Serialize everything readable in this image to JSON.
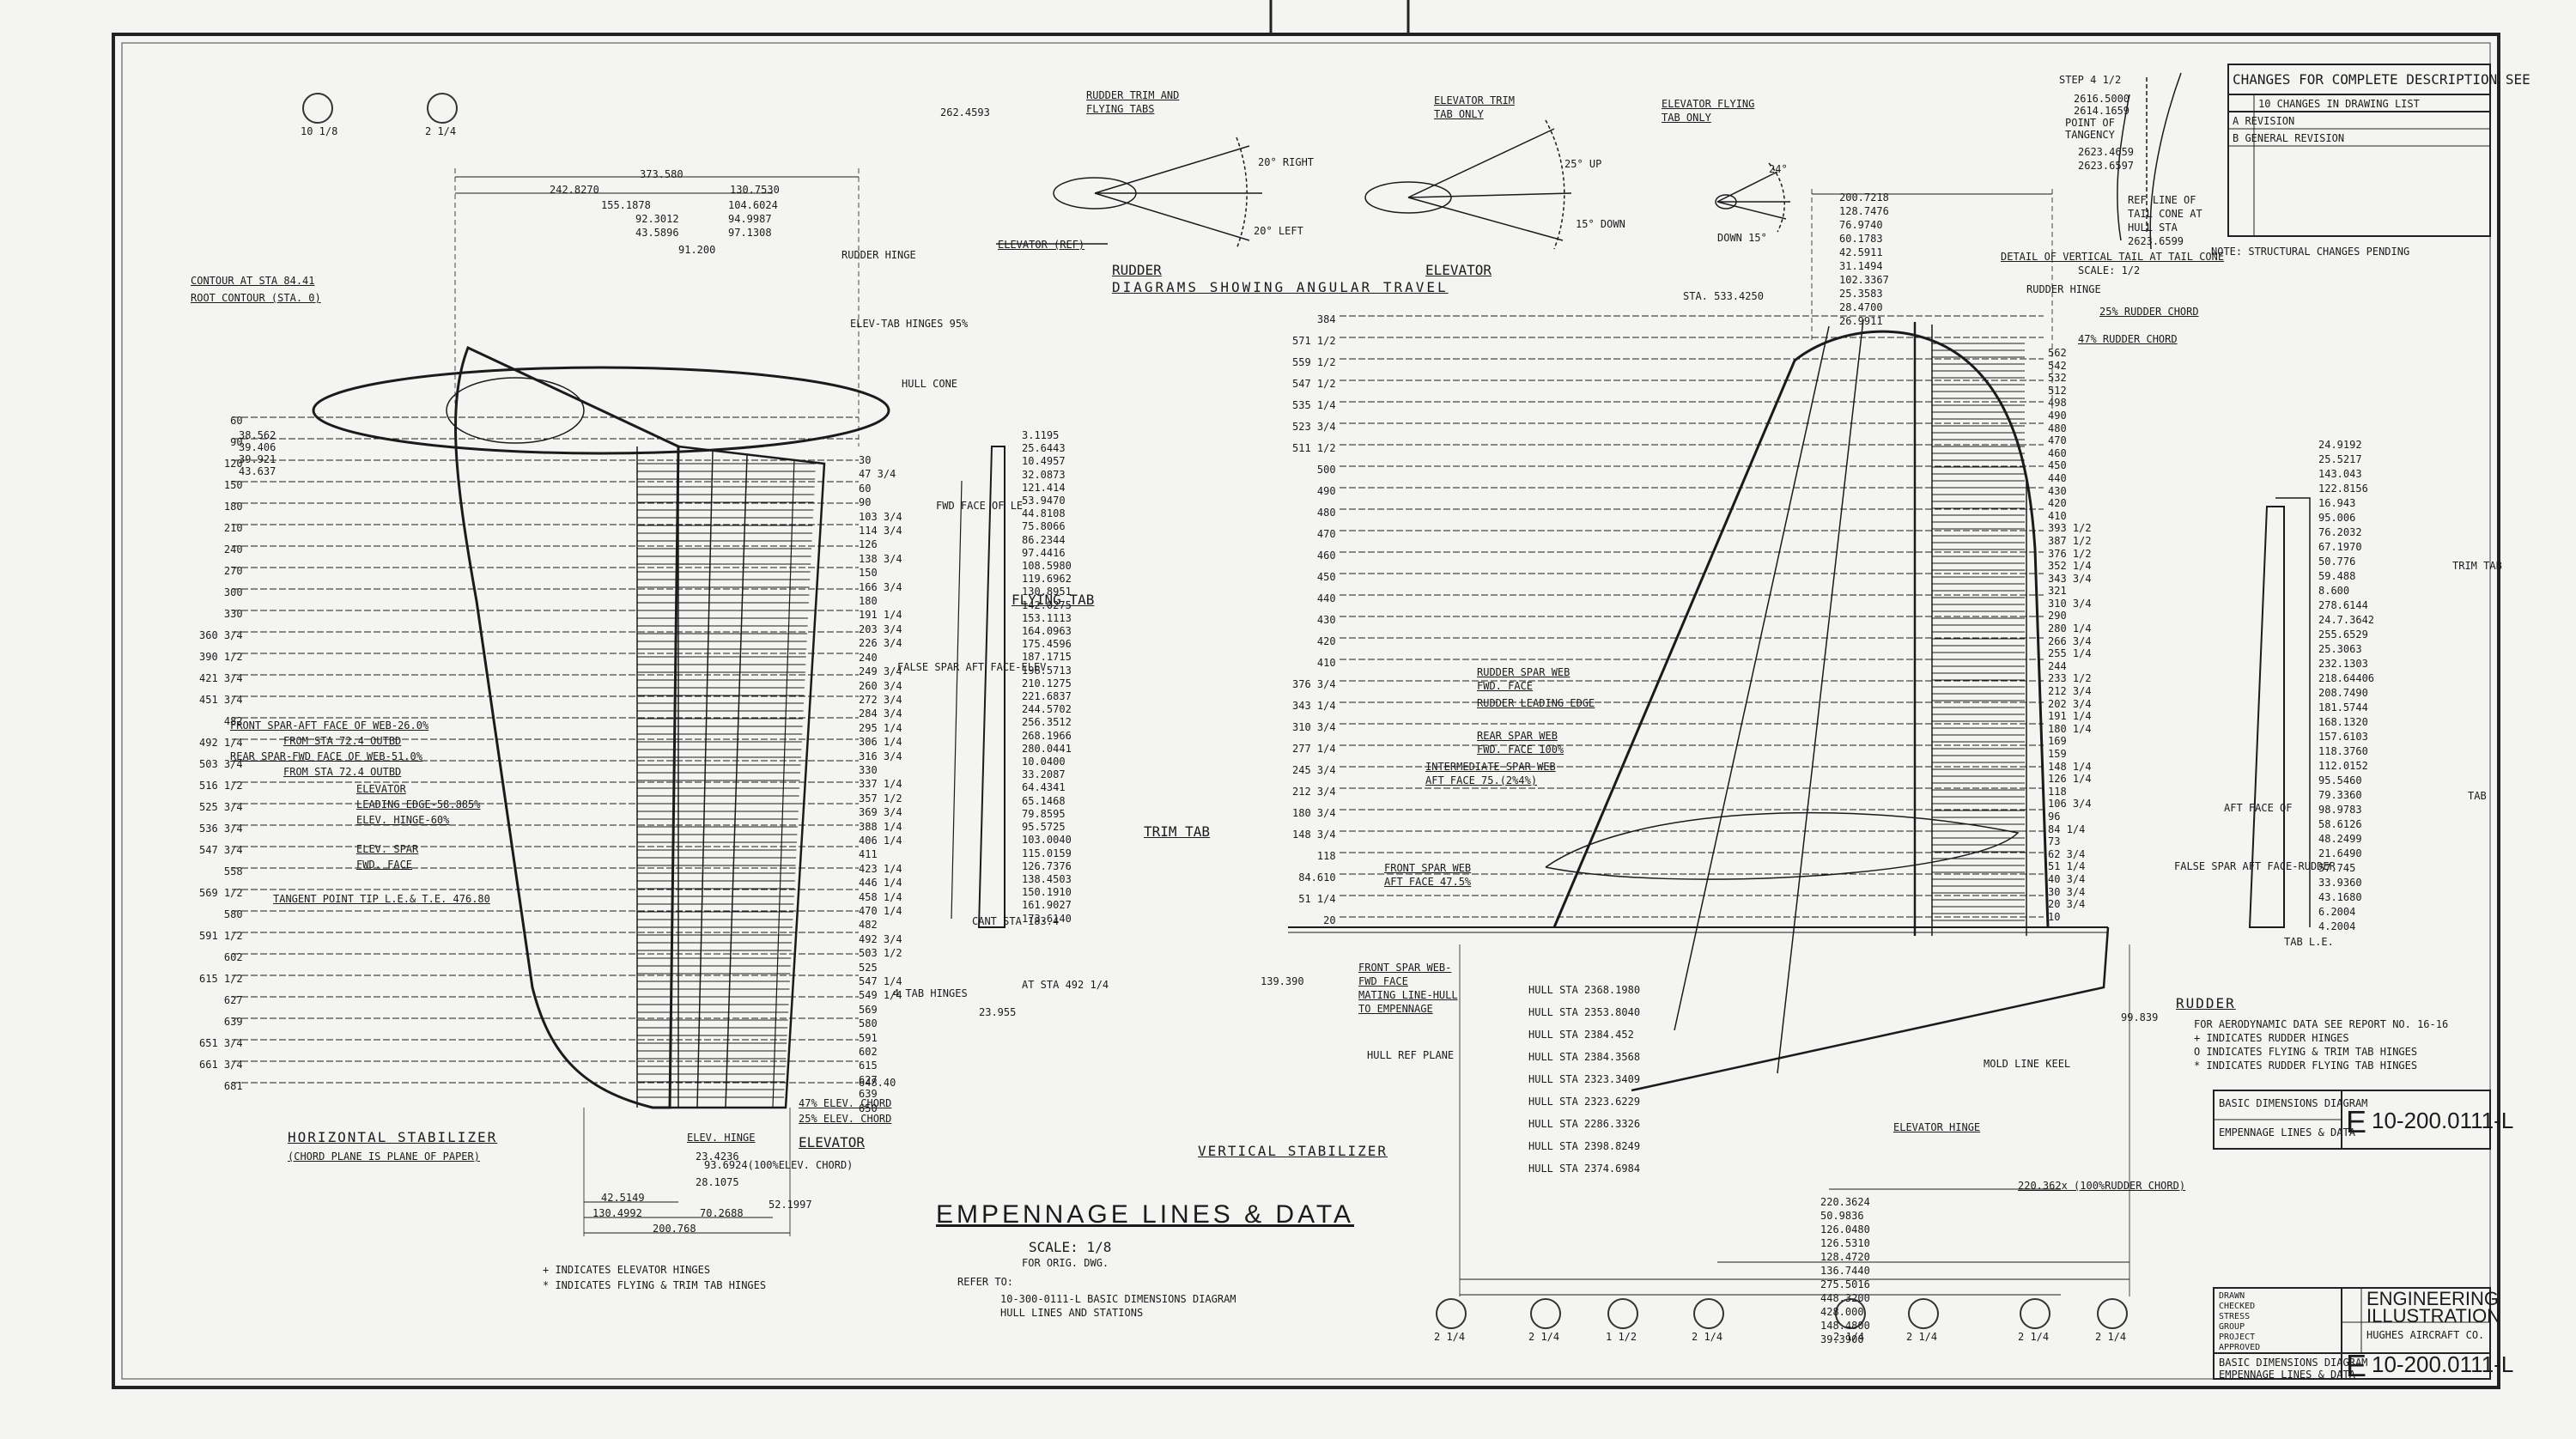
{
  "sheet": {
    "title": "EMPENNAGE LINES & DATA",
    "scale": "SCALE: 1/8",
    "for_orig": "FOR ORIG. DWG.",
    "refer_to": "REFER TO:",
    "refer_1": "10-300-0111-L BASIC DIMENSIONS DIAGRAM",
    "refer_2": "HULL LINES AND STATIONS",
    "legend_1": "+ INDICATES ELEVATOR HINGES",
    "legend_2": "* INDICATES FLYING & TRIM TAB HINGES",
    "lower_ref": "52.1997",
    "top_station": "262.4593"
  },
  "horizontal_stabilizer": {
    "label": "HORIZONTAL STABILIZER",
    "sub": "(CHORD PLANE IS PLANE OF PAPER)",
    "elevator_label": "ELEVATOR",
    "elev_hinge": "ELEV. HINGE",
    "flying_tab": "FLYING TAB",
    "trim_tab": "TRIM TAB",
    "elev_chord_47": "47% ELEV. CHORD",
    "elev_chord_25": "25% ELEV. CHORD",
    "elev_chord_100": "93.6924(100%ELEV. CHORD)",
    "contour_1": "CONTOUR AT STA 84.41",
    "contour_2": "ROOT CONTOUR (STA. 0)",
    "rudder_hinge": "RUDDER HINGE",
    "elev_tab_hinges": "ELEV-TAB HINGES 95%",
    "hull_cone": "HULL CONE",
    "front_spar": "FRONT SPAR-AFT FACE OF WEB-26.0%",
    "front_spar_2": "FROM STA 72.4 OUTBD",
    "rear_spar": "REAR SPAR-FWD FACE OF WEB-51.0%",
    "rear_spar_2": "FROM STA 72.4 OUTBD",
    "elevator_le": "ELEVATOR",
    "le_pct": "LEADING EDGE-58.885%",
    "elev_hinge_pct": "ELEV. HINGE-60%",
    "elev_spar": "ELEV. SPAR",
    "fwd_face": "FWD. FACE",
    "tangent": "TANGENT POINT TIP L.E.& T.E. 476.80",
    "top_dims": [
      "373.580",
      "242.8270",
      "130.7530",
      "155.1878",
      "104.6024",
      "92.3012",
      "94.9987",
      "43.5896",
      "97.1308",
      "91.200"
    ],
    "bottom_dims": [
      "42.5149",
      "130.4992",
      "70.2688",
      "200.768",
      "23.4236",
      "28.1075",
      "648.40"
    ],
    "left_dims": [
      "38.562",
      "39.406",
      "39.921",
      "43.637"
    ],
    "stations_left": [
      "60",
      "90",
      "120",
      "150",
      "180",
      "210",
      "240",
      "270",
      "300",
      "330",
      "360 3/4",
      "390 1/2",
      "421 3/4",
      "451 3/4",
      "482",
      "492 1/4",
      "503 3/4",
      "516 1/2",
      "525 3/4",
      "536 3/4",
      "547 3/4",
      "558",
      "569 1/2",
      "580",
      "591 1/2",
      "602",
      "615 1/2",
      "627",
      "639",
      "651 3/4",
      "661 3/4",
      "681"
    ],
    "stations_right": [
      "30",
      "47 3/4",
      "60",
      "90",
      "103 3/4",
      "114 3/4",
      "126",
      "138 3/4",
      "150",
      "166 3/4",
      "180",
      "191 1/4",
      "203 3/4",
      "226 3/4",
      "240",
      "249 3/4",
      "260 3/4",
      "272 3/4",
      "284 3/4",
      "295 1/4",
      "306 1/4",
      "316 3/4",
      "330",
      "337 1/4",
      "357 1/2",
      "369 3/4",
      "388 1/4",
      "406 1/4",
      "411",
      "423 1/4",
      "446 1/4",
      "458 1/4",
      "470 1/4",
      "482",
      "492 3/4",
      "503 1/2",
      "525",
      "547 1/4",
      "549 1/4",
      "569",
      "580",
      "591",
      "602",
      "615",
      "627",
      "639",
      "650"
    ],
    "tab_dims": [
      "3.1195",
      "25.6443",
      "10.4957",
      "32.0873",
      "121.414",
      "53.9470",
      "44.8108",
      "75.8066",
      "86.2344",
      "97.4416",
      "108.5980",
      "119.6962",
      "130.8951",
      "142.0275",
      "153.1113",
      "164.0963",
      "175.4596",
      "187.1715",
      "198.5713",
      "210.1275",
      "221.6837",
      "244.5702",
      "256.3512",
      "268.1966",
      "280.0441",
      "10.0400",
      "33.2087",
      "64.4341",
      "65.1468",
      "79.8595",
      "95.5725",
      "103.0040",
      "115.0159",
      "126.7376",
      "138.4503",
      "150.1910",
      "161.9027",
      "173.6140"
    ],
    "fwd_face_label": "FWD FACE OF LE",
    "false_spar": "FALSE SPAR AFT FACE-ELEV",
    "cant_sta": "CANT STA 183.4",
    "at_sta": "AT STA 492 1/4",
    "trim_hinge": "4 TAB HINGES",
    "dim_23955": "23.955"
  },
  "rudder_diagram": {
    "rudder_trim": "RUDDER TRIM AND",
    "flying_tab": "FLYING TABS",
    "elevator_trim": "ELEVATOR TRIM",
    "tab_only": "TAB ONLY",
    "elevator_flying": "ELEVATOR FLYING",
    "tab_only_2": "TAB ONLY",
    "elevator_ref": "ELEVATOR (REF)",
    "caption_rudder": "RUDDER",
    "caption_elevator": "ELEVATOR",
    "caption": "DIAGRAMS SHOWING ANGULAR TRAVEL",
    "angle_1": "20° RIGHT",
    "angle_2": "20° LEFT",
    "angle_3": "25° UP",
    "angle_4": "15° DOWN",
    "angle_5": "24°",
    "angle_6": "DOWN 15°"
  },
  "vertical_stabilizer": {
    "label": "VERTICAL STABILIZER",
    "rudder_label": "RUDDER",
    "rudder_hinge": "RUDDER HINGE",
    "sta": "STA. 533.4250",
    "rudder_chord_25": "25% RUDDER CHORD",
    "rudder_chord_47": "47% RUDDER CHORD",
    "rudder_chord_100": "220.362x (100%RUDDER CHORD)",
    "rudder_spar_web": "RUDDER SPAR WEB",
    "fwd_face": "FWD. FACE",
    "rudder_leading_edge": "RUDDER LEADING EDGE",
    "rear_spar_web": "REAR SPAR WEB",
    "fwd_face_2": "FWD. FACE 100%",
    "intermediate_spar": "INTERMEDIATE SPAR WEB",
    "aft_face": "AFT FACE 75.(2%4%)",
    "front_spar_web": "FRONT SPAR WEB",
    "aft_face_2": "AFT FACE 47.5%",
    "front_spar_fwd": "FRONT SPAR WEB-",
    "fwd_face_3": "FWD FACE",
    "mating_line": "MATING LINE-HULL",
    "to_empennage": "TO EMPENNAGE",
    "hull_ref_plane": "HULL REF PLANE",
    "elevator_hinge": "ELEVATOR HINGE",
    "hull_sta_label": "HULL STA",
    "mold_line": "MOLD LINE KEEL",
    "top_dims": [
      "200.7218",
      "128.7476",
      "76.9740",
      "60.1783",
      "42.5911",
      "31.1494",
      "102.3367",
      "25.3583",
      "28.4700",
      "26.9911"
    ],
    "left_stations": [
      "384",
      "571 1/2",
      "559 1/2",
      "547 1/2",
      "535 1/4",
      "523 3/4",
      "511 1/2",
      "500",
      "490",
      "480",
      "470",
      "460",
      "450",
      "440",
      "430",
      "420",
      "410",
      "376 3/4",
      "343 1/4",
      "310 3/4",
      "277 1/4",
      "245 3/4",
      "212 3/4",
      "180 3/4",
      "148 3/4",
      "118",
      "84.610",
      "51 1/4",
      "20"
    ],
    "right_stations": [
      "562",
      "542",
      "532",
      "512",
      "498",
      "490",
      "480",
      "470",
      "460",
      "450",
      "440",
      "430",
      "420",
      "410",
      "393 1/2",
      "387 1/2",
      "376 1/2",
      "352 1/4",
      "343 3/4",
      "321",
      "310 3/4",
      "290",
      "280 1/4",
      "266 3/4",
      "255 1/4",
      "244",
      "233 1/2",
      "212 3/4",
      "202 3/4",
      "191 1/4",
      "180 1/4",
      "169",
      "159",
      "148 1/4",
      "126 1/4",
      "118",
      "106 3/4",
      "96",
      "84 1/4",
      "73",
      "62 3/4",
      "51 1/4",
      "40 3/4",
      "30 3/4",
      "20 3/4",
      "10"
    ],
    "hull_stas": [
      "HULL STA 2368.1980",
      "HULL STA 2353.8040",
      "HULL STA 2384.452",
      "HULL STA 2384.3568",
      "HULL STA 2323.3409",
      "HULL STA 2323.6229",
      "HULL STA 2286.3326",
      "HULL STA 2398.8249",
      "HULL STA 2374.6984"
    ],
    "bottom_dims": [
      "220.3624",
      "50.9836",
      "126.0480",
      "126.5310",
      "128.4720",
      "136.7440",
      "275.5016",
      "448.3200",
      "428.000",
      "148.4800",
      "39.3900"
    ],
    "dim_139390": "139.390",
    "dim_99839": "99.839",
    "tab_dims": [
      "24.9192",
      "25.5217",
      "143.043",
      "122.8156",
      "16.943",
      "95.006",
      "76.2032",
      "67.1970",
      "50.776",
      "59.488",
      "8.600",
      "278.6144",
      "24.7.3642",
      "255.6529",
      "25.3063",
      "232.1303",
      "218.64406",
      "208.7490",
      "181.5744",
      "168.1320",
      "157.6103",
      "118.3760",
      "112.0152",
      "95.5460",
      "79.3360",
      "98.9783",
      "58.6126",
      "48.2499",
      "21.6490",
      "57.745",
      "33.9360",
      "43.1680",
      "6.2004",
      "4.2004"
    ],
    "trim_tab": "TRIM TAB",
    "tab": "TAB",
    "tab_le": "TAB L.E.",
    "aft_face_of": "AFT FACE OF",
    "false_spar_aft": "FALSE SPAR AFT FACE-RUDDER"
  },
  "detail": {
    "title": "DETAIL OF VERTICAL TAIL AT TAIL CONE",
    "scale": "SCALE: 1/2",
    "dims": [
      "STEP 4 1/2",
      "2616.5000",
      "2623.4659",
      "2623.6597",
      "2614.1659",
      "2623.6599"
    ],
    "point_of": "POINT OF",
    "tangency": "TANGENCY",
    "ref_line": "REF LINE OF",
    "tail_cone": "TAIL CONE AT",
    "hull_sta": "HULL STA"
  },
  "changes_box": {
    "title": "CHANGES FOR COMPLETE DESCRIPTION SEE",
    "line_1": "10 CHANGES IN DRAWING LIST",
    "line_2": "A REVISION",
    "line_3": "B GENERAL REVISION",
    "note": "NOTE: STRUCTURAL CHANGES PENDING"
  },
  "aero_note": {
    "heading": "RUDDER",
    "line_1": "FOR AERODYNAMIC DATA SEE REPORT NO. 16-16",
    "line_2": "+ INDICATES RUDDER HINGES",
    "line_3": "O INDICATES FLYING & TRIM TAB HINGES",
    "line_4": "* INDICATES RUDDER FLYING TAB HINGES"
  },
  "title_block": {
    "upper_desc": "BASIC DIMENSIONS DIAGRAM",
    "upper_desc_2": "EMPENNAGE LINES & DATA",
    "upper_letter": "E",
    "upper_number": "10-200.0111-L",
    "eng": "ENGINEERING",
    "illus": "ILLUSTRATION",
    "hughes": "HUGHES AIRCRAFT CO.",
    "lower_desc": "BASIC DIMENSIONS DIAGRAM",
    "lower_desc_2": "EMPENNAGE LINES & DATA",
    "lower_letter": "E",
    "lower_number": "10-200.0111-L",
    "signature_rows": [
      "DRAWN",
      "CHECKED",
      "STRESS",
      "GROUP",
      "PROJECT",
      "APPROVED"
    ]
  },
  "grid_markers": [
    "10 1/8",
    "2 1/4",
    "2 1/4",
    "2 1/4",
    "1 1/2",
    "2 1/4",
    "2 1/4",
    "2 1/4",
    "2 1/4",
    "2 1/4"
  ],
  "colors": {
    "ink": "#1b1b1b",
    "paper": "#f4f4f2",
    "frame": "#222222"
  }
}
